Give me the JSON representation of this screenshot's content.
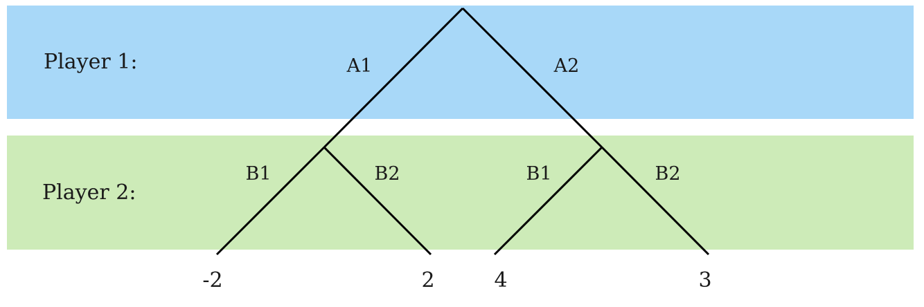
{
  "colors": {
    "player1_band": "#a8d8f8",
    "player2_band": "#cdebb8",
    "edge": "#000000"
  },
  "players": [
    {
      "label": "Player 1:"
    },
    {
      "label": "Player 2:"
    }
  ],
  "edges": [
    {
      "from": "root",
      "to": "p2a",
      "label": "A1"
    },
    {
      "from": "root",
      "to": "p2b",
      "label": "A2"
    },
    {
      "from": "p2a",
      "to": "leaf1",
      "label": "B1"
    },
    {
      "from": "p2a",
      "to": "leaf2",
      "label": "B2"
    },
    {
      "from": "p2b",
      "to": "leaf3",
      "label": "B1"
    },
    {
      "from": "p2b",
      "to": "leaf4",
      "label": "B2"
    }
  ],
  "payoffs": [
    {
      "node": "leaf1",
      "value": "-2"
    },
    {
      "node": "leaf2",
      "value": "2"
    },
    {
      "node": "leaf3",
      "value": "4"
    },
    {
      "node": "leaf4",
      "value": "3"
    }
  ]
}
